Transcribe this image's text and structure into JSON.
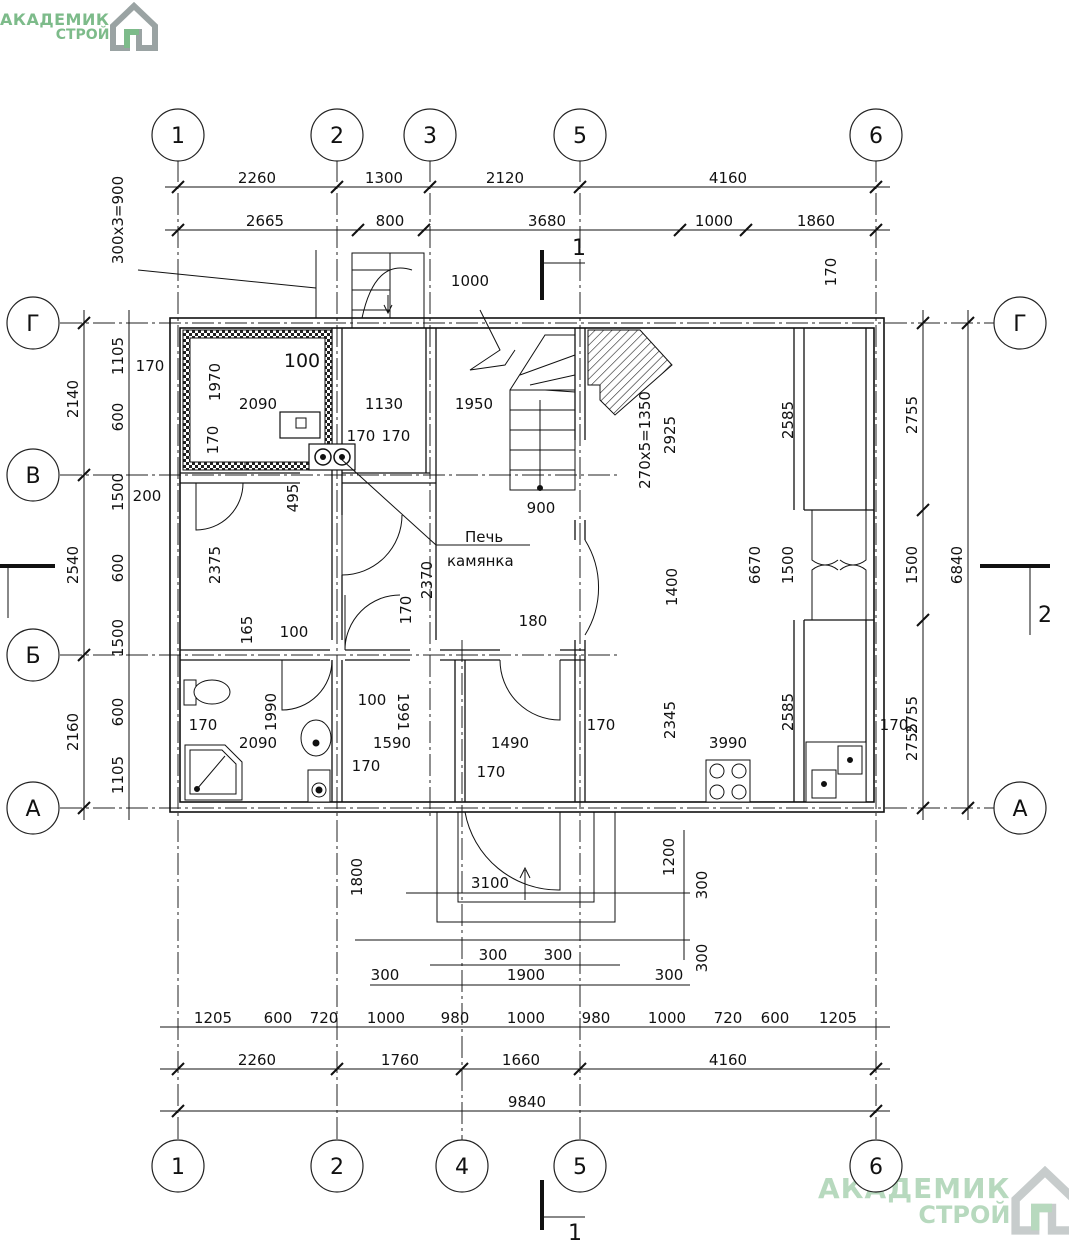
{
  "logo": {
    "line1": "АКАДЕМИК",
    "line2": "СТРОЙ",
    "colors": {
      "green": "#7dbb8a",
      "gray": "#9aa3a3"
    }
  },
  "axes_top": [
    "1",
    "2",
    "3",
    "5",
    "6"
  ],
  "axes_bottom": [
    "1",
    "2",
    "4",
    "5",
    "6"
  ],
  "axes_left": [
    "Г",
    "В",
    "Б",
    "А"
  ],
  "axes_right": [
    "Г",
    "А"
  ],
  "section_marks": {
    "top": "1",
    "bottom": "1",
    "right": "2"
  },
  "room_labels": {
    "stove": "Печь",
    "stove2": "камянка"
  },
  "dims_top": [
    "2260",
    "1300",
    "2120",
    "4160"
  ],
  "dims_top2": [
    "2665",
    "800",
    "3680",
    "1000",
    "1860"
  ],
  "dims_bottom1": [
    "1205",
    "600",
    "720",
    "1000",
    "980",
    "1000",
    "980",
    "1000",
    "720",
    "600",
    "1205"
  ],
  "dims_bottom2": [
    "2260",
    "1760",
    "1660",
    "4160"
  ],
  "dims_bottom_total": "9840",
  "dims_left_outer": [
    "2140",
    "2540",
    "2160"
  ],
  "dims_left_inner": [
    "1105",
    "600",
    "1500",
    "600",
    "1500",
    "600",
    "1105"
  ],
  "dims_right": [
    "2755",
    "1500",
    "2755"
  ],
  "dims_right_total": "6840",
  "dims_interior": [
    "300x3=900",
    "1000",
    "100",
    "170",
    "2090",
    "1970",
    "1130",
    "1950",
    "170",
    "170",
    "170",
    "270x5=1350",
    "2925",
    "2585",
    "6670",
    "1500",
    "1400",
    "200",
    "495",
    "900",
    "2375",
    "2370",
    "170",
    "180",
    "165",
    "100",
    "1990",
    "170",
    "2090",
    "100",
    "1991",
    "1590",
    "1490",
    "170",
    "170",
    "170",
    "2345",
    "2585",
    "3990",
    "170",
    "2755",
    "170",
    "1800",
    "1200",
    "3100",
    "300",
    "300",
    "300",
    "1900",
    "300",
    "300",
    "300"
  ]
}
